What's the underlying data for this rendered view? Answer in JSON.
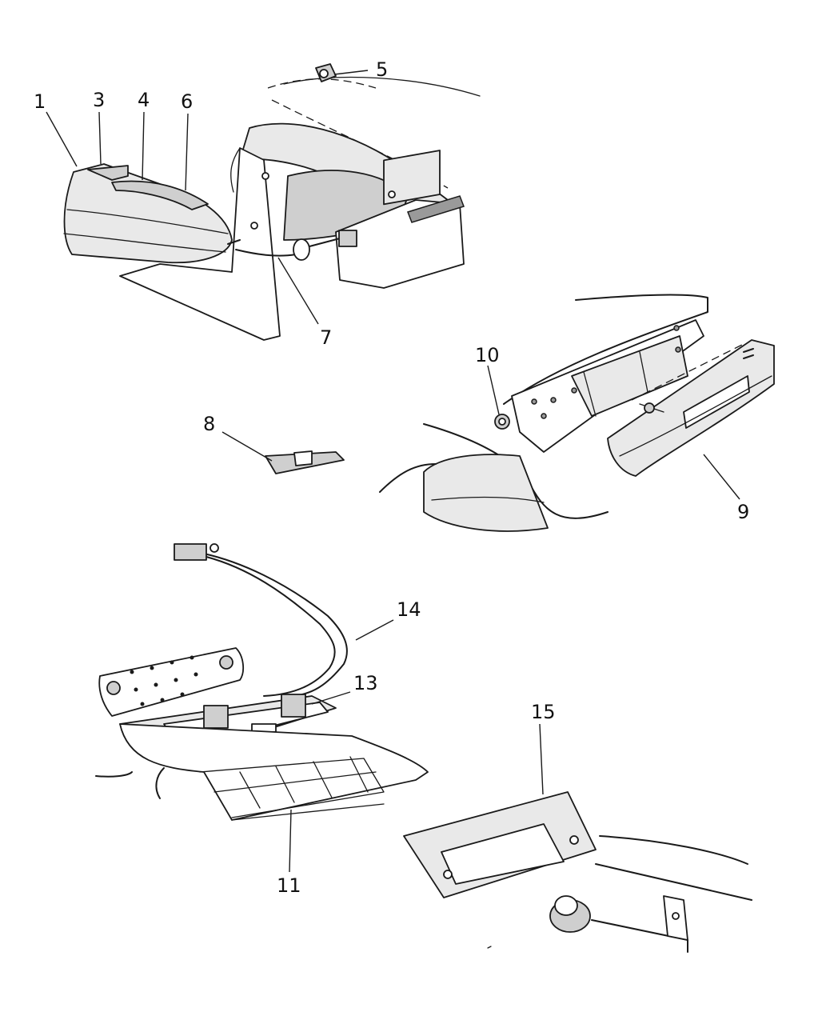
{
  "callouts": [
    {
      "id": "1",
      "label": "1"
    },
    {
      "id": "3",
      "label": "3"
    },
    {
      "id": "4",
      "label": "4"
    },
    {
      "id": "5",
      "label": "5"
    },
    {
      "id": "6",
      "label": "6"
    },
    {
      "id": "7",
      "label": "7"
    },
    {
      "id": "8",
      "label": "8"
    },
    {
      "id": "9",
      "label": "9"
    },
    {
      "id": "10",
      "label": "10"
    },
    {
      "id": "11",
      "label": "11"
    },
    {
      "id": "13",
      "label": "13"
    },
    {
      "id": "14",
      "label": "14"
    },
    {
      "id": "15",
      "label": "15"
    }
  ]
}
